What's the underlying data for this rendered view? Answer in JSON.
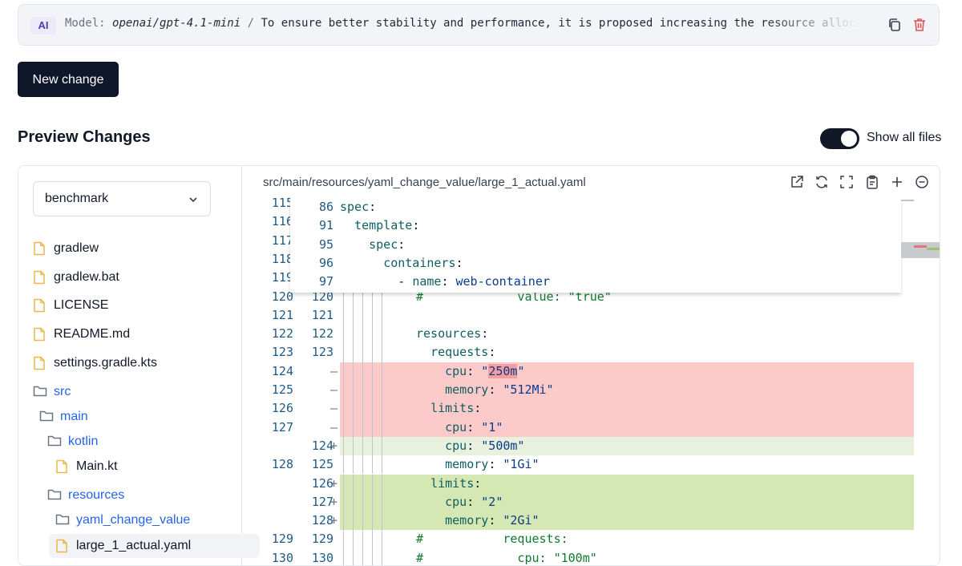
{
  "ai_bar": {
    "badge": "AI",
    "model_label": "Model:",
    "model_name": "openai/gpt-4.1-mini",
    "separator": "/",
    "message": "To ensure better stability and performance, it is proposed increasing the resource allocations...",
    "icons": [
      "copy-icon",
      "trash-icon"
    ]
  },
  "new_change_label": "New change",
  "preview": {
    "title": "Preview Changes",
    "toggle_label": "Show all files",
    "toggle_on": true
  },
  "sidebar": {
    "branch": "benchmark",
    "items": [
      {
        "label": "gradlew",
        "type": "file"
      },
      {
        "label": "gradlew.bat",
        "type": "file"
      },
      {
        "label": "LICENSE",
        "type": "file"
      },
      {
        "label": "README.md",
        "type": "file"
      },
      {
        "label": "settings.gradle.kts",
        "type": "file"
      },
      {
        "label": "src",
        "type": "dir"
      },
      {
        "label": "main",
        "type": "dir"
      },
      {
        "label": "kotlin",
        "type": "dir"
      },
      {
        "label": "Main.kt",
        "type": "file"
      },
      {
        "label": "resources",
        "type": "dir"
      },
      {
        "label": "yaml_change_value",
        "type": "dir"
      },
      {
        "label": "large_1_actual.yaml",
        "type": "file",
        "active": true
      }
    ]
  },
  "file_view": {
    "path": "src/main/resources/yaml_change_value/large_1_actual.yaml",
    "header_icons": [
      "open-external-icon",
      "refresh-icon",
      "fullscreen-icon",
      "clipboard-icon",
      "plus-icon",
      "minus-circle-icon"
    ],
    "sticky_scroll": [
      {
        "n": "86",
        "text": "spec:"
      },
      {
        "n": "91",
        "text": "  template:"
      },
      {
        "n": "95",
        "text": "    spec:"
      },
      {
        "n": "96",
        "text": "      containers:"
      },
      {
        "n": "97",
        "text": "        - name: web-container"
      }
    ],
    "lines": [
      {
        "old": "115",
        "new": "",
        "mark": "",
        "type": "ctx",
        "text": ""
      },
      {
        "old": "116",
        "new": "",
        "mark": "",
        "type": "ctx",
        "text": ""
      },
      {
        "old": "117",
        "new": "",
        "mark": "",
        "type": "ctx",
        "text": ""
      },
      {
        "old": "118",
        "new": "",
        "mark": "",
        "type": "ctx",
        "text": ""
      },
      {
        "old": "119",
        "new": "",
        "mark": "",
        "type": "ctx",
        "text": ""
      },
      {
        "old": "120",
        "new": "120",
        "mark": "",
        "type": "ctx",
        "text": "#             value: \"true\""
      },
      {
        "old": "121",
        "new": "121",
        "mark": "",
        "type": "ctx",
        "text": ""
      },
      {
        "old": "122",
        "new": "122",
        "mark": "",
        "type": "ctx",
        "text": "resources:"
      },
      {
        "old": "123",
        "new": "123",
        "mark": "",
        "type": "ctx",
        "text": "  requests:"
      },
      {
        "old": "124",
        "new": "",
        "mark": "—",
        "type": "del",
        "text": "    cpu: \"250m\""
      },
      {
        "old": "125",
        "new": "",
        "mark": "—",
        "type": "del",
        "text": "    memory: \"512Mi\""
      },
      {
        "old": "126",
        "new": "",
        "mark": "—",
        "type": "del",
        "text": "  limits:"
      },
      {
        "old": "127",
        "new": "",
        "mark": "—",
        "type": "del",
        "text": "    cpu: \"1\""
      },
      {
        "old": "",
        "new": "124",
        "mark": "+",
        "type": "addl",
        "text": "    cpu: \"500m\""
      },
      {
        "old": "128",
        "new": "125",
        "mark": "",
        "type": "ctx",
        "text": "    memory: \"1Gi\""
      },
      {
        "old": "",
        "new": "126",
        "mark": "+",
        "type": "add",
        "text": "  limits:"
      },
      {
        "old": "",
        "new": "127",
        "mark": "+",
        "type": "add",
        "text": "    cpu: \"2\""
      },
      {
        "old": "",
        "new": "128",
        "mark": "+",
        "type": "add",
        "text": "    memory: \"2Gi\""
      },
      {
        "old": "129",
        "new": "129",
        "mark": "",
        "type": "ctx",
        "text": "#           requests:"
      },
      {
        "old": "130",
        "new": "130",
        "mark": "",
        "type": "ctx",
        "text": "#             cpu: \"100m\""
      }
    ]
  },
  "colors": {
    "deleted_line": "#fdcaca",
    "added_line": "#d5e8b3",
    "dark_button": "#0f172a",
    "folder_link": "#2563eb",
    "file_icon": "#e8b84a"
  }
}
